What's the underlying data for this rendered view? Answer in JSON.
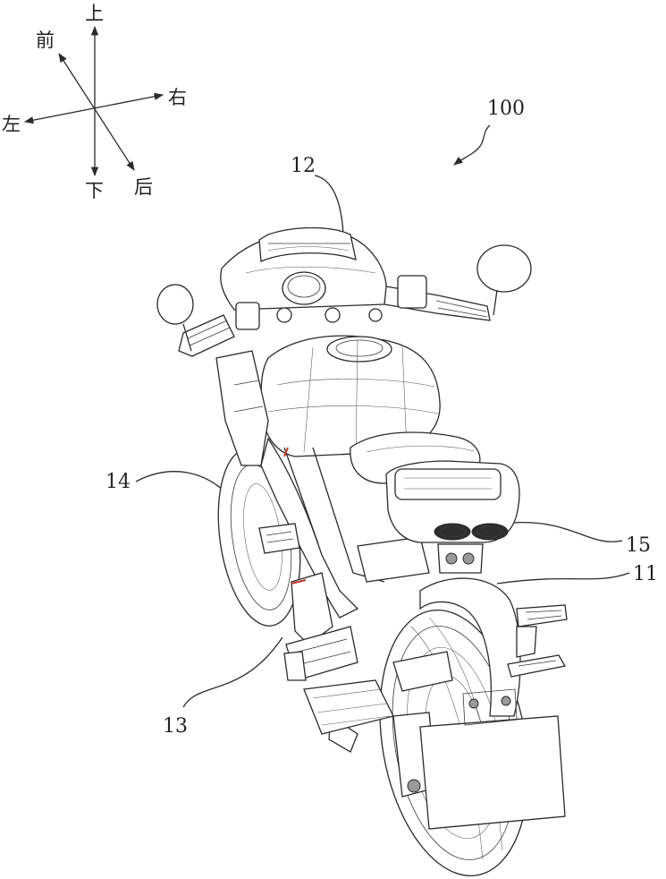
{
  "directions": {
    "up": "上",
    "down": "下",
    "front": "前",
    "rear": "后",
    "left": "左",
    "right": "右"
  },
  "labels": {
    "assembly": "100",
    "part_11": "11",
    "part_12": "12",
    "part_13": "13",
    "part_14": "14",
    "part_15": "15"
  },
  "colors": {
    "line": "#2a2a2a",
    "accent_red": "#c0392b"
  }
}
